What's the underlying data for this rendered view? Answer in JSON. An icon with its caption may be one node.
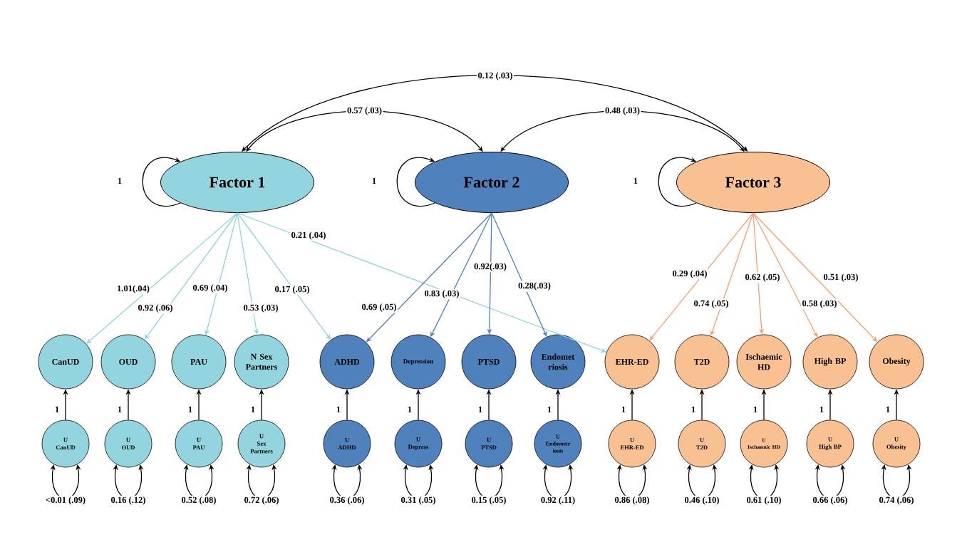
{
  "diagram": {
    "nodes": [
      {
        "text": [
          "Factor 1"
        ]
      },
      {
        "text": [
          "Factor 2"
        ]
      },
      {
        "text": [
          "Factor 3"
        ]
      },
      {
        "text": [
          "CanUD"
        ]
      },
      {
        "text": [
          "OUD"
        ]
      },
      {
        "text": [
          "PAU"
        ]
      },
      {
        "text": [
          "N Sex Partners"
        ]
      },
      {
        "text": [
          "ADHD"
        ]
      },
      {
        "text": [
          "Depression"
        ]
      },
      {
        "text": [
          "PTSD"
        ]
      },
      {
        "text": [
          "Endomet riosis"
        ]
      },
      {
        "text": [
          "EHR-ED"
        ]
      },
      {
        "text": [
          "T2D"
        ]
      },
      {
        "text": [
          "Ischaemic HD"
        ]
      },
      {
        "text": [
          "High BP"
        ]
      },
      {
        "text": [
          "Obesity"
        ]
      },
      {
        "text": [
          "U",
          "CanUD"
        ]
      },
      {
        "text": [
          "U",
          "OUD"
        ]
      },
      {
        "text": [
          "U",
          "PAU"
        ]
      },
      {
        "text": [
          "U",
          "Sex Partners"
        ]
      },
      {
        "text": [
          "U",
          "ADHD"
        ]
      },
      {
        "text": [
          "U",
          "Depress"
        ]
      },
      {
        "text": [
          "U",
          "PTSD"
        ]
      },
      {
        "text": [
          "U",
          "Endometr iosis"
        ]
      },
      {
        "text": [
          "U",
          "EHR-ED"
        ]
      },
      {
        "text": [
          "U",
          "T2D"
        ]
      },
      {
        "text": [
          "U",
          "Ischaemic HD"
        ]
      },
      {
        "text": [
          "U",
          "High BP"
        ]
      },
      {
        "text": [
          "U",
          "Obesity"
        ]
      }
    ],
    "edges": [
      {
        "from": 0,
        "to": 1,
        "arrow": "both",
        "label": "0.57 (.03)"
      },
      {
        "from": 1,
        "to": 2,
        "arrow": "both",
        "label": "0.48 (.03)"
      },
      {
        "from": 0,
        "to": 2,
        "arrow": "both",
        "label": "0.12 (.03)"
      },
      {
        "from": 0,
        "to": 0,
        "arrow": "to",
        "label": "1"
      },
      {
        "from": 1,
        "to": 1,
        "arrow": "to",
        "label": "1"
      },
      {
        "from": 2,
        "to": 2,
        "arrow": "to",
        "label": "1"
      },
      {
        "from": 0,
        "to": 3,
        "arrow": "to",
        "label": "1.01(.04)",
        "color": "#8fd3de"
      },
      {
        "from": 0,
        "to": 4,
        "arrow": "to",
        "label": "0.92 (.06)",
        "color": "#8fd3de"
      },
      {
        "from": 0,
        "to": 5,
        "arrow": "to",
        "label": "0.69 (.04)",
        "color": "#8fd3de"
      },
      {
        "from": 0,
        "to": 6,
        "arrow": "to",
        "label": "0.53 (.03)",
        "color": "#8fd3de"
      },
      {
        "from": 0,
        "to": 7,
        "arrow": "to",
        "label": "0.17 (.05)",
        "color": "#8fd3de"
      },
      {
        "from": 0,
        "to": 11,
        "arrow": "to",
        "label": "0.21 (.04)",
        "color": "#8fd3de"
      },
      {
        "from": 1,
        "to": 7,
        "arrow": "to",
        "label": "0.69 (.05)",
        "color": "#4f7fbf"
      },
      {
        "from": 1,
        "to": 8,
        "arrow": "to",
        "label": "0.83 (.03)",
        "color": "#4f7fbf"
      },
      {
        "from": 1,
        "to": 9,
        "arrow": "to",
        "label": "0.92(.03)",
        "color": "#4f7fbf"
      },
      {
        "from": 1,
        "to": 10,
        "arrow": "to",
        "label": "0.28(.03)",
        "color": "#4f7fbf"
      },
      {
        "from": 2,
        "to": 11,
        "arrow": "to",
        "label": "0.29 (.04)",
        "color": "#f0a070"
      },
      {
        "from": 2,
        "to": 12,
        "arrow": "to",
        "label": "0.74 (.05)",
        "color": "#f0a070"
      },
      {
        "from": 2,
        "to": 13,
        "arrow": "to",
        "label": "0.62 (.05)",
        "color": "#f0a070"
      },
      {
        "from": 2,
        "to": 14,
        "arrow": "to",
        "label": "0.58 (.03)",
        "color": "#f0a070"
      },
      {
        "from": 2,
        "to": 15,
        "arrow": "to",
        "label": "0.51 (.03)",
        "color": "#f0a070"
      },
      {
        "from": 16,
        "to": 3,
        "arrow": "to",
        "label": "1"
      },
      {
        "from": 17,
        "to": 4,
        "arrow": "to",
        "label": "1"
      },
      {
        "from": 18,
        "to": 5,
        "arrow": "to",
        "label": "1"
      },
      {
        "from": 19,
        "to": 6,
        "arrow": "to",
        "label": "1"
      },
      {
        "from": 20,
        "to": 7,
        "arrow": "to",
        "label": "1"
      },
      {
        "from": 21,
        "to": 8,
        "arrow": "to",
        "label": "1"
      },
      {
        "from": 22,
        "to": 9,
        "arrow": "to",
        "label": "1"
      },
      {
        "from": 23,
        "to": 10,
        "arrow": "to",
        "label": "1"
      },
      {
        "from": 24,
        "to": 11,
        "arrow": "to",
        "label": "1"
      },
      {
        "from": 25,
        "to": 12,
        "arrow": "to",
        "label": "1"
      },
      {
        "from": 26,
        "to": 13,
        "arrow": "to",
        "label": "1"
      },
      {
        "from": 27,
        "to": 14,
        "arrow": "to",
        "label": "1"
      },
      {
        "from": 28,
        "to": 15,
        "arrow": "to",
        "label": "1"
      },
      {
        "from": 16,
        "to": 16,
        "arrow": "both",
        "label": "<0.01 (.09)"
      },
      {
        "from": 17,
        "to": 17,
        "arrow": "both",
        "label": "0.16 (.12)"
      },
      {
        "from": 18,
        "to": 18,
        "arrow": "both",
        "label": "0.52 (.08)"
      },
      {
        "from": 19,
        "to": 19,
        "arrow": "both",
        "label": "0.72 (.06)"
      },
      {
        "from": 20,
        "to": 20,
        "arrow": "both",
        "label": "0.36 (.06)"
      },
      {
        "from": 21,
        "to": 21,
        "arrow": "both",
        "label": "0.31 (.05)"
      },
      {
        "from": 22,
        "to": 22,
        "arrow": "both",
        "label": "0.15 (.05)"
      },
      {
        "from": 23,
        "to": 23,
        "arrow": "both",
        "label": "0.92 (.11)"
      },
      {
        "from": 24,
        "to": 24,
        "arrow": "both",
        "label": "0.86 (.08)"
      },
      {
        "from": 25,
        "to": 25,
        "arrow": "both",
        "label": "0.46 (.10)"
      },
      {
        "from": 26,
        "to": 26,
        "arrow": "both",
        "label": "0.61 (.10)"
      },
      {
        "from": 27,
        "to": 27,
        "arrow": "both",
        "label": "0.66 (.06)"
      },
      {
        "from": 28,
        "to": 28,
        "arrow": "both",
        "label": "0.74 (.06)"
      }
    ]
  }
}
